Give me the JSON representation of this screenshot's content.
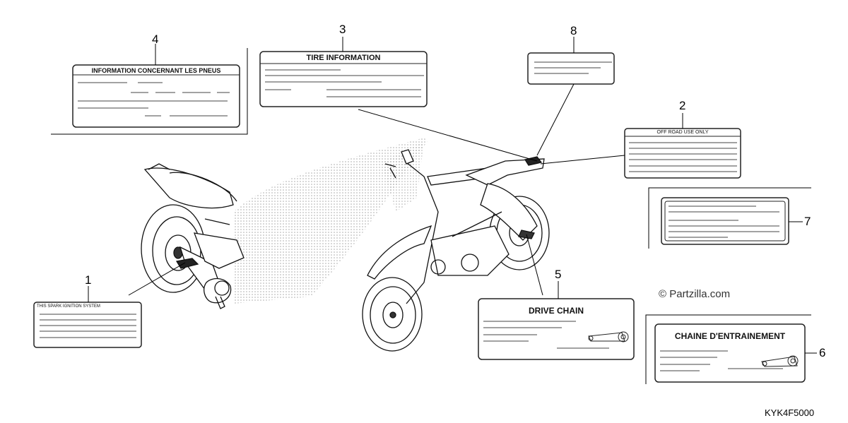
{
  "labels": {
    "l1": {
      "callout": "1",
      "title": "THIS SPARK IGNITION SYSTEM"
    },
    "l2": {
      "callout": "2",
      "title": "OFF ROAD USE ONLY"
    },
    "l3": {
      "callout": "3",
      "title": "TIRE INFORMATION"
    },
    "l4": {
      "callout": "4",
      "title": "INFORMATION CONCERNANT LES PNEUS"
    },
    "l5": {
      "callout": "5",
      "title": "DRIVE CHAIN"
    },
    "l6": {
      "callout": "6",
      "title": "CHAINE D'ENTRAINEMENT"
    },
    "l7": {
      "callout": "7",
      "title": ""
    },
    "l8": {
      "callout": "8",
      "title": ""
    }
  },
  "watermark": "© Partzilla.com",
  "diagram_code": "KYK4F5000",
  "colors": {
    "line": "#000000",
    "label_border": "#222222",
    "stipple": "#9a9a9a"
  }
}
